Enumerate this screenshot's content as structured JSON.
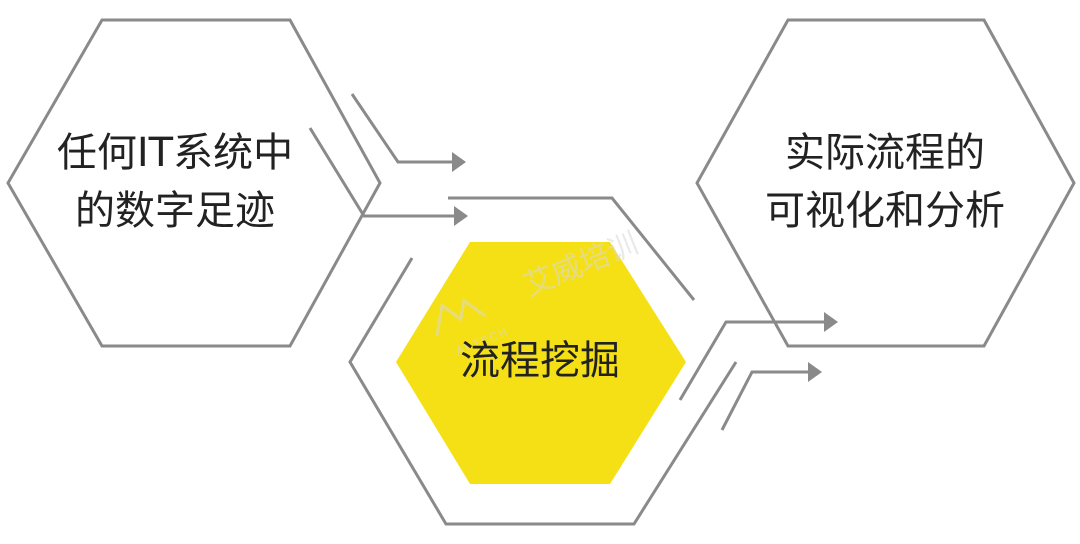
{
  "diagram": {
    "nodes": [
      {
        "id": "digital-footprint",
        "lines": [
          "任何IT系统中",
          "的数字足迹"
        ]
      },
      {
        "id": "process-mining",
        "lines": [
          "流程挖掘"
        ],
        "highlight": "#f5e016"
      },
      {
        "id": "visualization",
        "lines": [
          "实际流程的",
          "可视化和分析"
        ]
      }
    ],
    "watermark": {
      "text": "艾威培训",
      "subtext": "AVTECH"
    },
    "colors": {
      "outline": "#8a8a8a",
      "highlight": "#f5e016",
      "text": "#222222",
      "watermark": "#d9d9d9"
    }
  }
}
